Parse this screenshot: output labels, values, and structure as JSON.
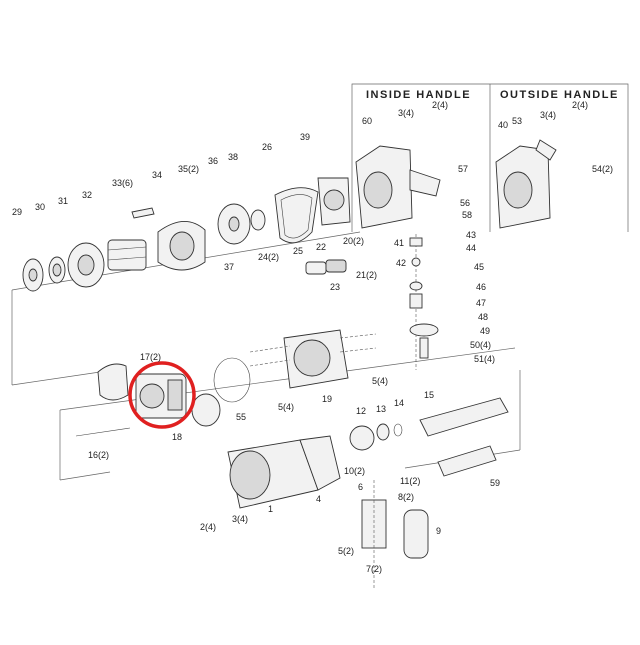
{
  "headers": {
    "inside": "INSIDE HANDLE",
    "outside": "OUTSIDE HANDLE"
  },
  "labels": {
    "l29": "29",
    "l30": "30",
    "l31": "31",
    "l32": "32",
    "l33": "33(6)",
    "l34": "34",
    "l35": "35(2)",
    "l36": "36",
    "l38": "38",
    "l26": "26",
    "l39": "39",
    "l37": "37",
    "l24": "24(2)",
    "l25": "25",
    "l22": "22",
    "l23": "23",
    "l20": "20(2)",
    "l21": "21(2)",
    "l60": "60",
    "l3a": "3(4)",
    "l2a": "2(4)",
    "l57": "57",
    "l56": "56",
    "l58": "58",
    "l43": "43",
    "l44": "44",
    "l41": "41",
    "l42": "42",
    "l45": "45",
    "l46": "46",
    "l47": "47",
    "l48": "48",
    "l49": "49",
    "l50": "50(4)",
    "l51": "51(4)",
    "l40": "40",
    "l53": "53",
    "l3b": "3(4)",
    "l2b": "2(4)",
    "l54": "54(2)",
    "l17": "17(2)",
    "l18": "18",
    "l55": "55",
    "l5a": "5(4)",
    "l5b": "5(4)",
    "l19": "19",
    "l16": "16(2)",
    "l12": "12",
    "l13": "13",
    "l14": "14",
    "l15": "15",
    "l59": "59",
    "l10": "10(2)",
    "l11": "11(2)",
    "l6": "6",
    "l8": "8(2)",
    "l9": "9",
    "l2c": "2(4)",
    "l3c": "3(4)",
    "l1": "1",
    "l4": "4",
    "l5c": "5(2)",
    "l7": "7(2)"
  },
  "colors": {
    "highlight": "#e02020",
    "ink": "#333333",
    "frame": "#666666"
  }
}
